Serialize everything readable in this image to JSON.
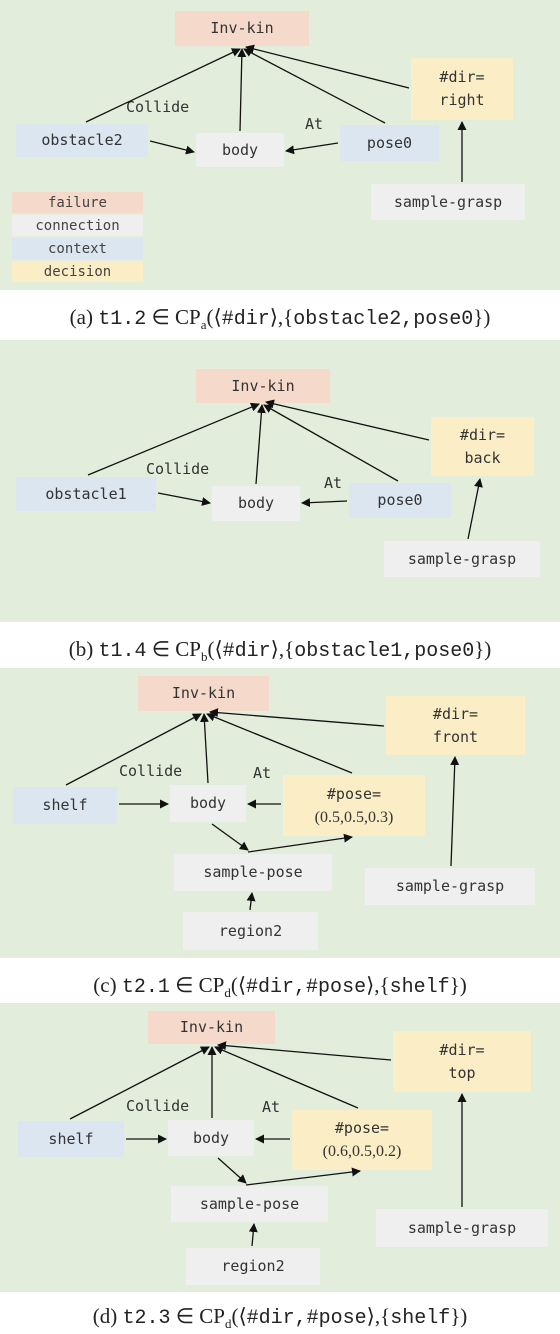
{
  "colors": {
    "panel_bg": "#e2eedb",
    "failure": "#f5d9cb",
    "connection": "#efefef",
    "context": "#dbe6f1",
    "decision": "#fbeec7"
  },
  "legend": [
    "failure",
    "connection",
    "context",
    "decision"
  ],
  "edge_labels": {
    "collide": "Collide",
    "at": "At"
  },
  "panels": [
    {
      "nodes": {
        "inv_kin": "Inv-kin",
        "obstacle": "obstacle2",
        "body": "body",
        "pose": "pose0",
        "dir_line1": "#dir=",
        "dir_line2": "right",
        "sample_grasp": "sample-grasp"
      },
      "caption": {
        "prefix": "(a) ",
        "tid": "t1.2",
        "in": " ∈ CP",
        "sub": "a",
        "rest_open": "(⟨",
        "dir": "#dir",
        "rest_mid": "⟩,{",
        "ctx": "obstacle2,pose0",
        "rest_close": "})"
      }
    },
    {
      "nodes": {
        "inv_kin": "Inv-kin",
        "obstacle": "obstacle1",
        "body": "body",
        "pose": "pose0",
        "dir_line1": "#dir=",
        "dir_line2": "back",
        "sample_grasp": "sample-grasp"
      },
      "caption": {
        "prefix": "(b) ",
        "tid": "t1.4",
        "in": " ∈ CP",
        "sub": "b",
        "rest_open": "(⟨",
        "dir": "#dir",
        "rest_mid": "⟩,{",
        "ctx": "obstacle1,pose0",
        "rest_close": "})"
      }
    },
    {
      "nodes": {
        "inv_kin": "Inv-kin",
        "shelf": "shelf",
        "body": "body",
        "pose_line1": "#pose=",
        "pose_line2": "(0.5,0.5,0.3)",
        "dir_line1": "#dir=",
        "dir_line2": "front",
        "sample_pose": "sample-pose",
        "sample_grasp": "sample-grasp",
        "region": "region2"
      },
      "caption": {
        "prefix": "(c) ",
        "tid": "t2.1",
        "in": " ∈ CP",
        "sub": "d",
        "rest_open": "(⟨",
        "dir": "#dir,#pose",
        "rest_mid": "⟩,{",
        "ctx": "shelf",
        "rest_close": "})"
      }
    },
    {
      "nodes": {
        "inv_kin": "Inv-kin",
        "shelf": "shelf",
        "body": "body",
        "pose_line1": "#pose=",
        "pose_line2": "(0.6,0.5,0.2)",
        "dir_line1": "#dir=",
        "dir_line2": "top",
        "sample_pose": "sample-pose",
        "sample_grasp": "sample-grasp",
        "region": "region2"
      },
      "caption": {
        "prefix": "(d) ",
        "tid": "t2.3",
        "in": " ∈ CP",
        "sub": "d",
        "rest_open": "(⟨",
        "dir": "#dir,#pose",
        "rest_mid": "⟩,{",
        "ctx": "shelf",
        "rest_close": "})"
      }
    }
  ]
}
